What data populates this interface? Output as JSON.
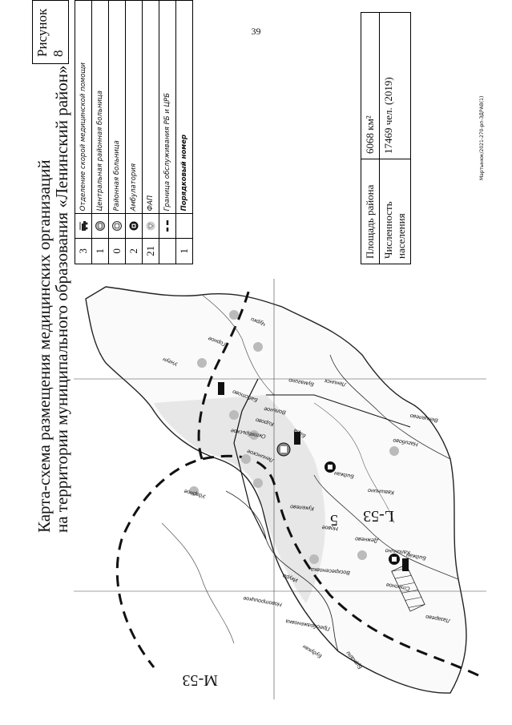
{
  "page_number": "39",
  "figure_label": "Рисунок 8",
  "title": {
    "line1": "Карта-схема размещения медицинских организаций",
    "line2": "на территории муниципального образования  «Ленинский район»"
  },
  "legend": [
    {
      "count": "3",
      "icon": "ambulance-icon",
      "label": "Отделение скорой медицинской помощи"
    },
    {
      "count": "1",
      "icon": "central-hospital-icon",
      "label": "Центральная районная больница"
    },
    {
      "count": "0",
      "icon": "district-hospital-icon",
      "label": "Районная больница"
    },
    {
      "count": "2",
      "icon": "outpatient-clinic-icon",
      "label": "Амбулатория"
    },
    {
      "count": "21",
      "icon": "feldsher-post-icon",
      "label": "ФАП"
    },
    {
      "count": "",
      "icon": "boundary-line-icon",
      "label": "Граница обслуживания РБ и ЦРБ"
    },
    {
      "count": "1",
      "icon": "",
      "label": "Порядковый номер"
    }
  ],
  "stats": {
    "area_label": "Площадь района",
    "area_value": "6068 км²",
    "population_label": "Численность населения",
    "population_value": "17469 чел. (2019)"
  },
  "footer": "Мартынюк/2021-270-рп-ЗДРАВ(1)",
  "map": {
    "grid_labels": [
      "M-53",
      "L-53",
      "5"
    ],
    "settlements": [
      "Ленинское",
      "Биджан",
      "Кукелево",
      "Дежнево",
      "Калинино",
      "Новое",
      "Степное",
      "Лазарево",
      "Унгун",
      "Преображеновка",
      "Бабстово",
      "Новотроицкое",
      "Кирово",
      "Чурки",
      "Горное",
      "Октябрьское",
      "Вольное",
      "Ударное",
      "Воскресеновка",
      "Бумагино",
      "Квашнино",
      "Ленинск",
      "Нагибово",
      "Будукан",
      "Венцелево"
    ],
    "rivers": [
      "Биджан",
      "Бира",
      "Икура",
      "Бурхали"
    ]
  },
  "colors": {
    "ink": "#111111",
    "paper": "#ffffff",
    "stipple": "#d6d6d6"
  }
}
